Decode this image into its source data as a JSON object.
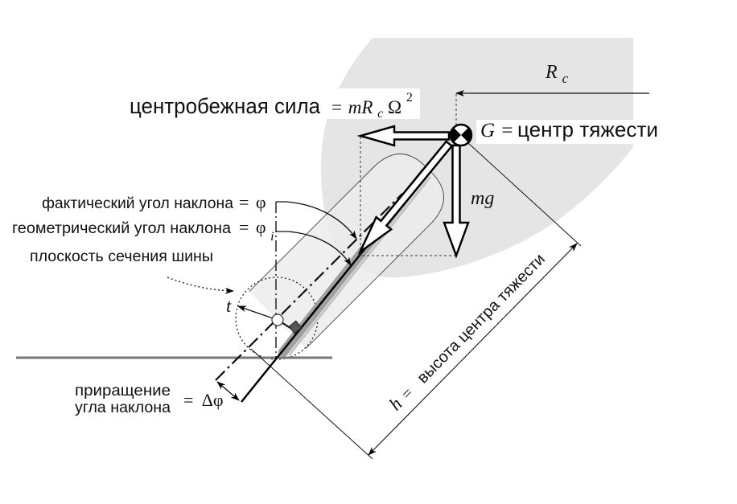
{
  "figure": {
    "centrifugal_force": {
      "label": "центробежная сила",
      "eq": "=",
      "formula_main": "mR",
      "formula_sub": "c",
      "formula_omega": "Ω",
      "formula_sup": "2"
    },
    "turn_radius": {
      "symbol": "R",
      "subscript": "c"
    },
    "center_of_gravity": {
      "symbol": "G",
      "eq": "=",
      "label": "центр тяжести"
    },
    "weight": {
      "label": "mg"
    },
    "actual_lean": {
      "label": "фактический угол наклона",
      "eq": "=",
      "symbol": "φ"
    },
    "geometric_lean": {
      "label": "геометрический угол наклона",
      "eq": "=",
      "symbol": "φ",
      "subscript": "i"
    },
    "tire_section": {
      "label": "плоскость сечения шины"
    },
    "tire_radius": {
      "symbol": "t"
    },
    "lean_increment": {
      "line1": "приращение",
      "line2": "угла наклона",
      "eq": "=",
      "symbol": "Δφ"
    },
    "cg_height": {
      "symbol": "h",
      "eq": "=",
      "label": "высота центра тяжести"
    }
  },
  "colors": {
    "body_fill": "#e5e5e5",
    "wheel_fill": "#ececec",
    "tire_band": "#9c9c9c",
    "ground": "#777777",
    "ink": "#000000"
  }
}
